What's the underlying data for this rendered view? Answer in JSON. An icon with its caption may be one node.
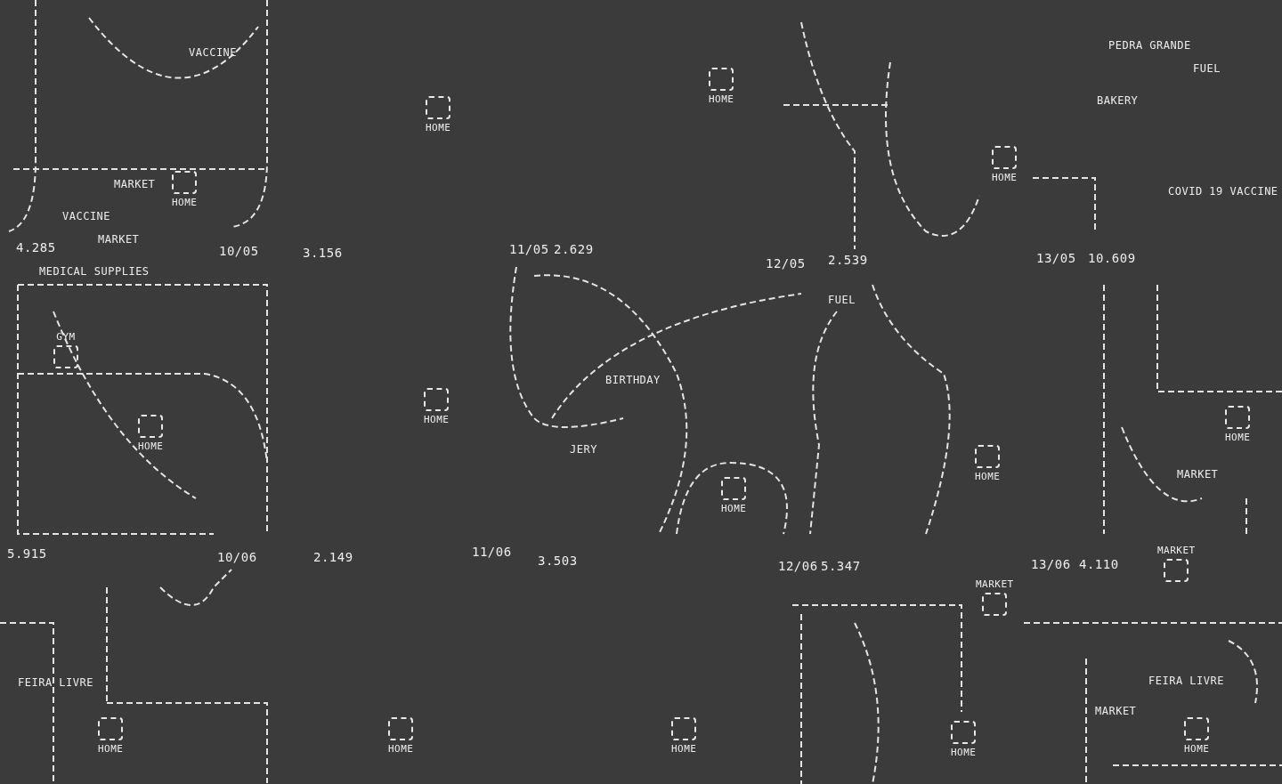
{
  "diagram": {
    "nodes": [
      {
        "text": [
          "HOME"
        ]
      },
      {
        "text": [
          "HOME"
        ]
      },
      {
        "text": [
          "HOME"
        ]
      },
      {
        "text": [
          "HOME"
        ]
      },
      {
        "text": [
          "HOME"
        ]
      },
      {
        "text": [
          "HOME"
        ]
      },
      {
        "text": [
          "HOME"
        ]
      },
      {
        "text": [
          "HOME"
        ]
      },
      {
        "text": [
          "HOME"
        ]
      },
      {
        "text": [
          "HOME"
        ]
      },
      {
        "text": [
          "HOME"
        ]
      },
      {
        "text": [
          "HOME"
        ]
      },
      {
        "text": [
          "HOME"
        ]
      },
      {
        "text": [
          "HOME"
        ]
      },
      {
        "text": [
          "GYM"
        ]
      },
      {
        "text": [
          "MARKET"
        ]
      },
      {
        "text": [
          "MARKET"
        ]
      }
    ],
    "labels": [
      "PEDRA GRANDE",
      "VACCINE",
      "FUEL",
      "BAKERY",
      "COVID 19 VACCINE",
      "MARKET",
      "VACCINE",
      "MARKET",
      "4.285",
      "MEDICAL SUPPLIES",
      "10/05",
      "3.156",
      "11/05",
      "2.629",
      "12/05",
      "2.539",
      "FUEL",
      "13/05",
      "10.609",
      "BIRTHDAY",
      "JERY",
      "MARKET",
      "5.915",
      "10/06",
      "2.149",
      "11/06",
      "3.503",
      "12/06",
      "5.347",
      "13/06",
      "4.110",
      "FEIRA LIVRE",
      "FEIRA LIVRE",
      "MARKET"
    ]
  }
}
